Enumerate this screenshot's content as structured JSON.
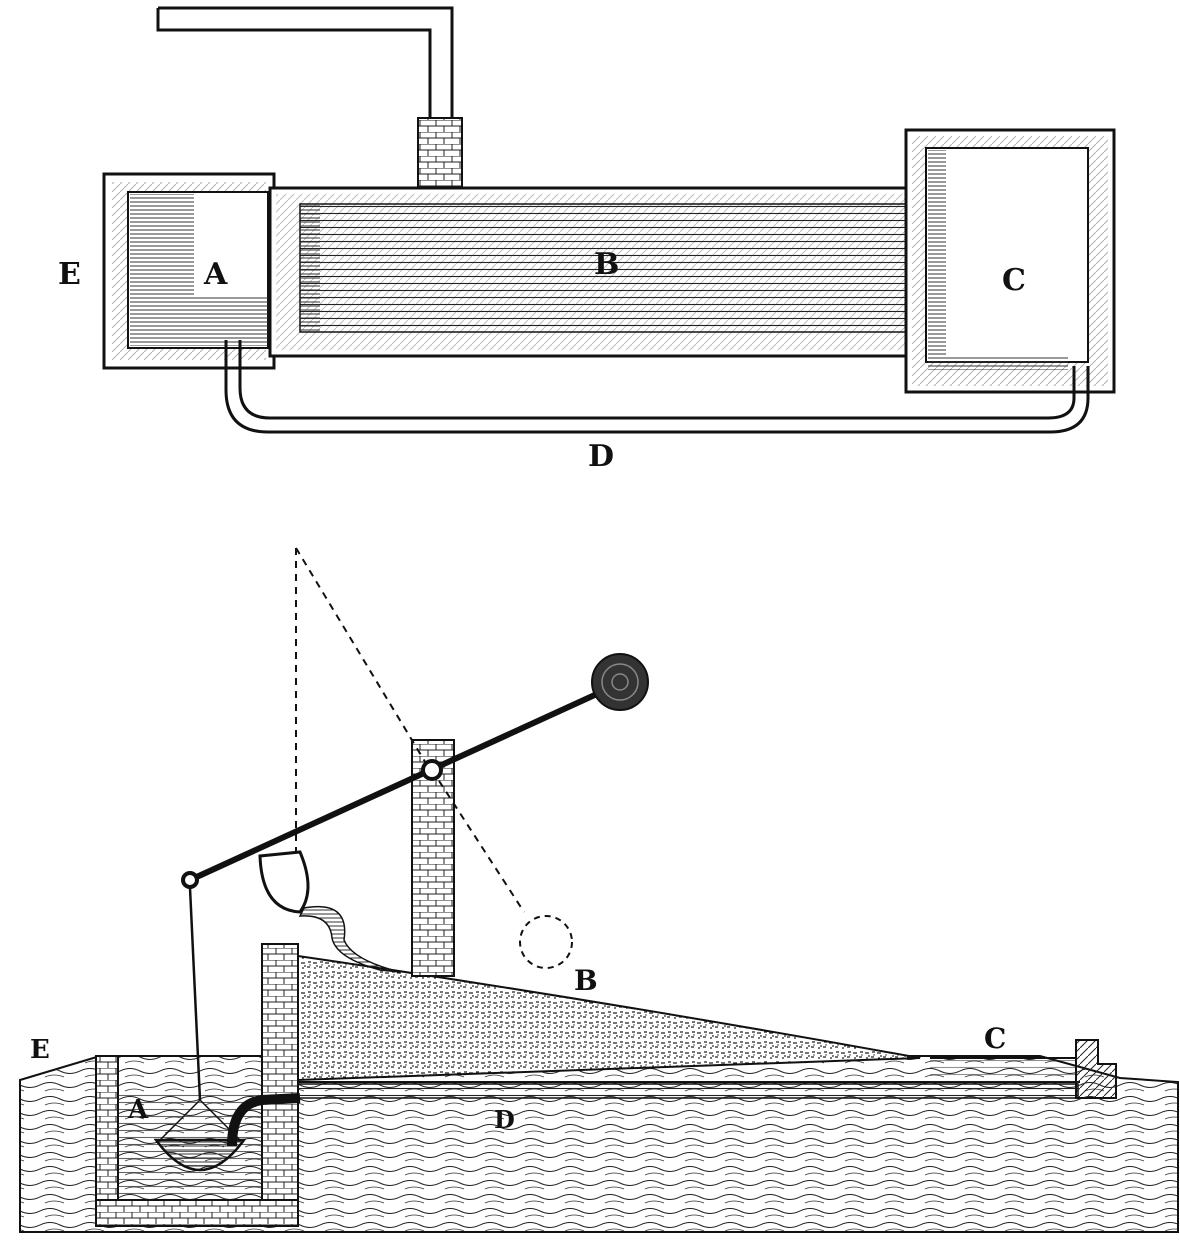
{
  "figure": {
    "plan": {
      "labels": {
        "E": "E",
        "A": "A",
        "B": "B",
        "C": "C",
        "D": "D"
      }
    },
    "section": {
      "labels": {
        "E": "E",
        "A": "A",
        "B": "B",
        "C": "C",
        "D": "D"
      }
    }
  }
}
